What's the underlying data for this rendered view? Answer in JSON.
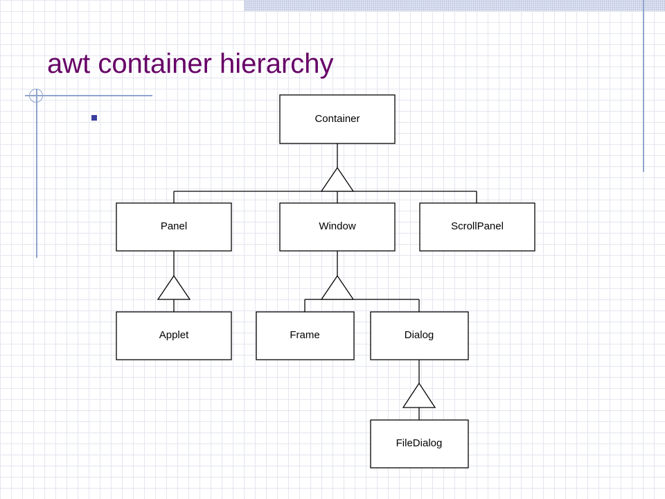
{
  "slide": {
    "title": "awt container hierarchy"
  },
  "diagram": {
    "nodes": {
      "container": "Container",
      "panel": "Panel",
      "window": "Window",
      "scrollpanel": "ScrollPanel",
      "applet": "Applet",
      "frame": "Frame",
      "dialog": "Dialog",
      "filedialog": "FileDialog"
    },
    "relations": [
      {
        "parent": "Container",
        "children": [
          "Panel",
          "Window",
          "ScrollPanel"
        ]
      },
      {
        "parent": "Panel",
        "children": [
          "Applet"
        ]
      },
      {
        "parent": "Window",
        "children": [
          "Frame",
          "Dialog"
        ]
      },
      {
        "parent": "Dialog",
        "children": [
          "FileDialog"
        ]
      }
    ]
  }
}
